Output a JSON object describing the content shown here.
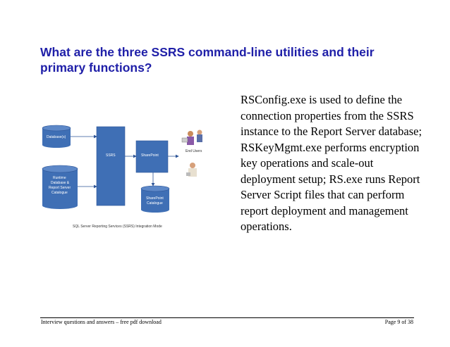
{
  "slide": {
    "title": "What are the three SSRS command-line utilities and their primary functions?",
    "answer": "RSConfig.exe is used to define the connection properties from the SSRS instance to the Report Server database; RSKeyMgmt.exe performs encryption key operations and scale-out deployment setup; RS.exe runs Report Server Script files that can perform report deployment and management operations."
  },
  "diagram": {
    "databases_label": "Database(s)",
    "runtime_label_1": "Runtime",
    "runtime_label_2": "Database &",
    "runtime_label_3": "Report Server",
    "runtime_label_4": "Catalogue",
    "ssrs_label": "SSRS",
    "sharepoint_label": "SharePoint",
    "sp_catalogue_label_1": "SharePoint",
    "sp_catalogue_label_2": "Catalogue",
    "end_users_label": "End Users",
    "caption": "SQL Server Reporting Services (SSRS) Integration Mode"
  },
  "footer": {
    "left": "Interview questions and answers – free pdf download",
    "right": "Page 9 of 38"
  },
  "colors": {
    "title": "#1f1fa8",
    "diagram_blue": "#3f6fb5",
    "diagram_edge": "#2e5597"
  }
}
